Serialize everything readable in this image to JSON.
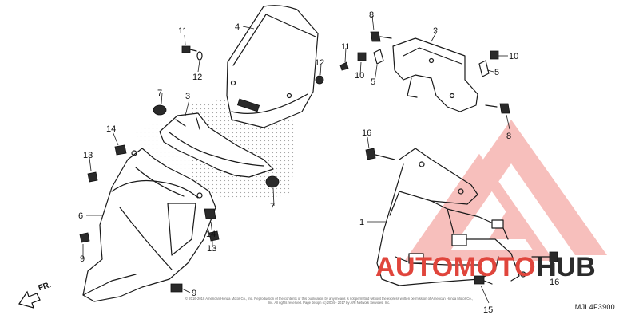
{
  "callouts": [
    {
      "id": "c1",
      "label": "1"
    },
    {
      "id": "c2",
      "label": "2"
    },
    {
      "id": "c3",
      "label": "3"
    },
    {
      "id": "c4",
      "label": "4"
    },
    {
      "id": "c5a",
      "label": "5"
    },
    {
      "id": "c5b",
      "label": "5"
    },
    {
      "id": "c6",
      "label": "6"
    },
    {
      "id": "c7a",
      "label": "7"
    },
    {
      "id": "c7b",
      "label": "7"
    },
    {
      "id": "c8a",
      "label": "8"
    },
    {
      "id": "c8b",
      "label": "8"
    },
    {
      "id": "c9a",
      "label": "9"
    },
    {
      "id": "c9b",
      "label": "9"
    },
    {
      "id": "c10a",
      "label": "10"
    },
    {
      "id": "c10b",
      "label": "10"
    },
    {
      "id": "c11a",
      "label": "11"
    },
    {
      "id": "c11b",
      "label": "11"
    },
    {
      "id": "c12a",
      "label": "12"
    },
    {
      "id": "c12b",
      "label": "12"
    },
    {
      "id": "c13a",
      "label": "13"
    },
    {
      "id": "c13b",
      "label": "13"
    },
    {
      "id": "c14a",
      "label": "14"
    },
    {
      "id": "c14b",
      "label": "14"
    },
    {
      "id": "c15",
      "label": "15"
    },
    {
      "id": "c16a",
      "label": "16"
    },
    {
      "id": "c16b",
      "label": "16"
    }
  ],
  "front_arrow_label": "FR.",
  "diagram_code": "MJL4F3900",
  "copyright": "© 2016-2018 American Honda Motor Co., Inc. Reproduction of the contents of this publication by any means is not permitted without the express written permission of American Honda Motor Co., Inc. All rights reserved. Page design (c) 2004 - 2017 by ARI Network Services, Inc.",
  "watermark": {
    "part1": "AUTOMOTO",
    "part2": "HUB",
    "color_red": "#e0453c",
    "color_dark": "#2b2b2b"
  }
}
